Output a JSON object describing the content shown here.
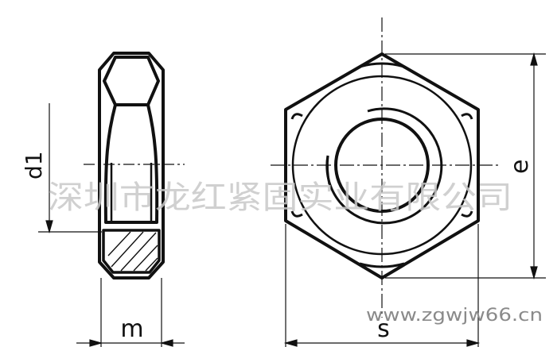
{
  "labels": {
    "d1": "d1",
    "m": "m",
    "s": "s",
    "e": "e"
  },
  "watermark": {
    "company": "深圳市龙红紧固实业有限公司",
    "website": "www.zgwjw66.cn"
  },
  "colors": {
    "line": "#111111",
    "watermark": "#c8c8c8",
    "background": "#ffffff"
  }
}
